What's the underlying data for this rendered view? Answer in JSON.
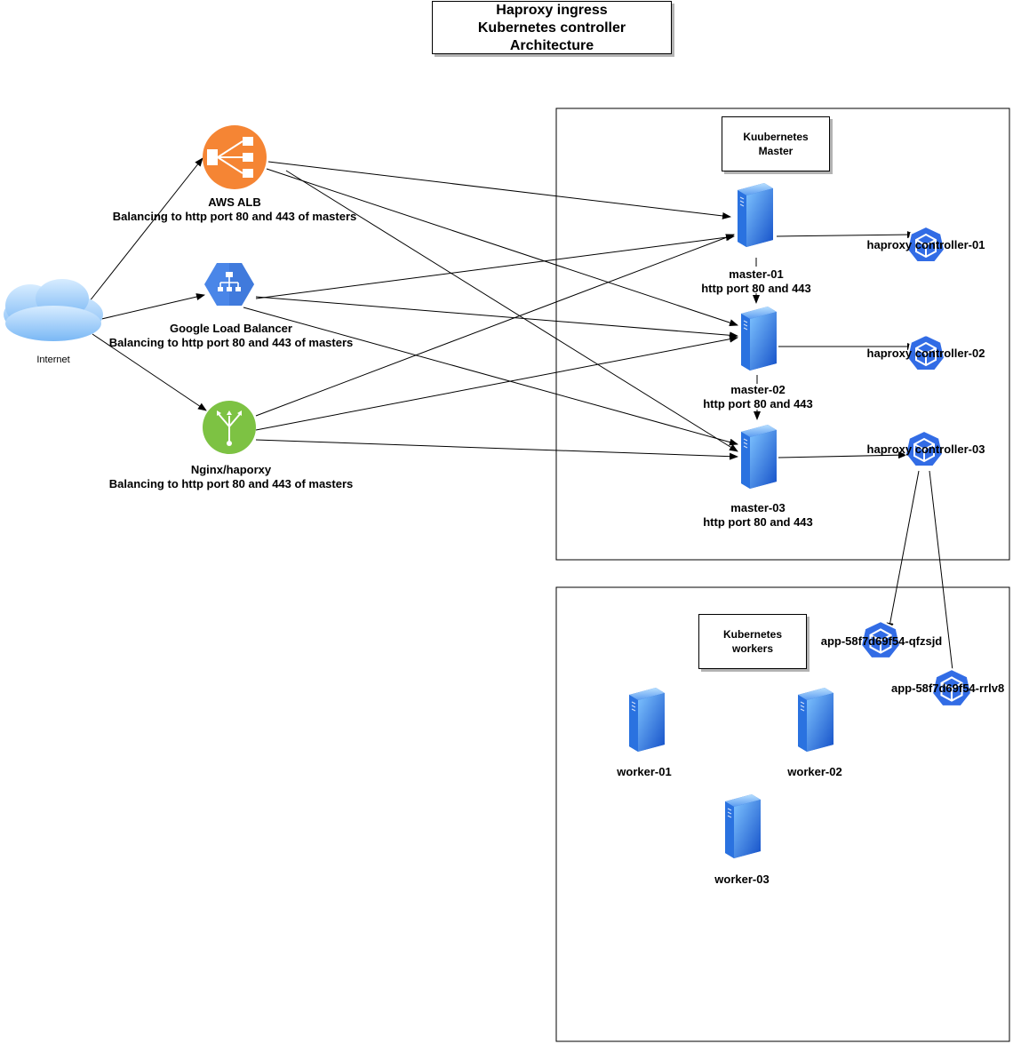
{
  "title": {
    "line1": "Haproxy ingress",
    "line2": "Kubernetes controller",
    "line3": "Architecture"
  },
  "internet": {
    "label": "Internet",
    "icon": "cloud-icon"
  },
  "load_balancers": [
    {
      "id": "aws",
      "name": "AWS ALB",
      "desc": "Balancing to http port 80 and 443 of masters",
      "icon": "aws-alb-icon",
      "color": "#f58534"
    },
    {
      "id": "gcp",
      "name": "Google Load Balancer",
      "desc": "Balancing to http port 80 and 443 of masters",
      "icon": "google-load-balancer-icon",
      "color": "#4a86e8"
    },
    {
      "id": "nginx",
      "name": "Nginx/haporxy",
      "desc": "Balancing to http port 80 and 443 of masters",
      "icon": "nginx-haproxy-icon",
      "color": "#7dc243"
    }
  ],
  "master_region": {
    "label_line1": "Kuubernetes",
    "label_line2": "Master"
  },
  "masters": [
    {
      "name": "master-01",
      "ports": "http port 80 and 443"
    },
    {
      "name": "master-02",
      "ports": "http port 80 and 443"
    },
    {
      "name": "master-03",
      "ports": "http port 80 and 443"
    }
  ],
  "controllers": [
    {
      "name": "haproxy controller-01"
    },
    {
      "name": "haproxy controller-02"
    },
    {
      "name": "haproxy controller-03"
    }
  ],
  "worker_region": {
    "label_line1": "Kubernetes",
    "label_line2": "workers"
  },
  "workers": [
    {
      "name": "worker-01"
    },
    {
      "name": "worker-02"
    },
    {
      "name": "worker-03"
    }
  ],
  "apps": [
    {
      "name": "app-58f7d69f54-qfzsjd"
    },
    {
      "name": "app-58f7d69f54-rrlv8"
    }
  ],
  "colors": {
    "server_blue": "#1f6fd6",
    "k8s_blue": "#326ce5",
    "edge": "#000000"
  }
}
